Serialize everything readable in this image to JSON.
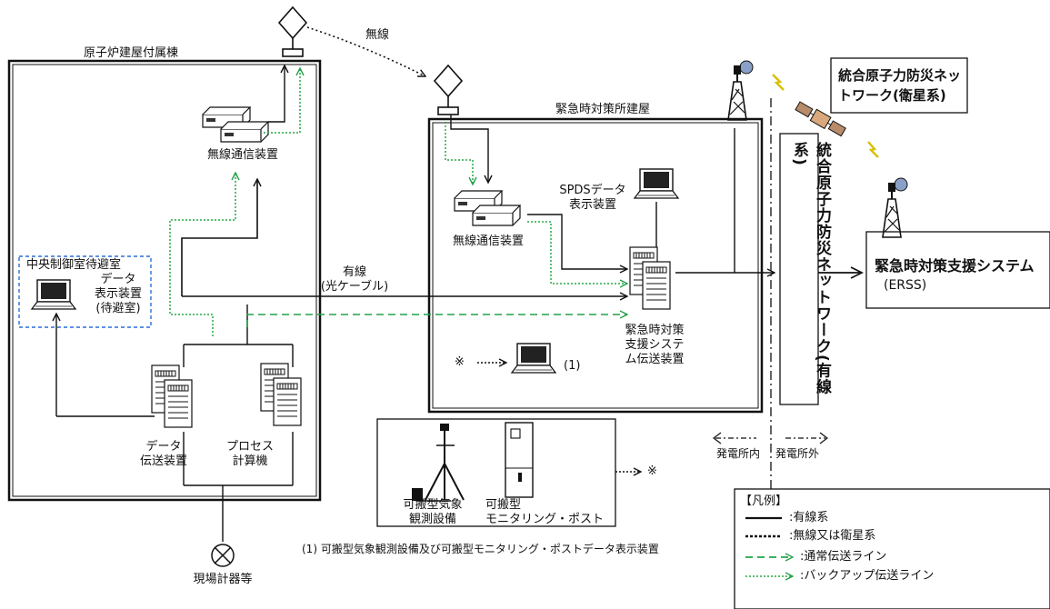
{
  "labels": {
    "reactor_building": "原子炉建屋付属棟",
    "wireless_top": "無線",
    "emergency_building": "緊急時対策所建屋",
    "wireless_device_left": "無線通信装置",
    "wireless_device_right": "無線通信装置",
    "central_room": "中央制御室待避室",
    "data_display_1": "データ",
    "data_display_2": "表示装置",
    "data_display_3": "(待避室)",
    "wired_1": "有線",
    "wired_2": "(光ケーブル)",
    "spds_1": "SPDSデータ",
    "spds_2": "表示装置",
    "erss_tx_1": "緊急時対策",
    "erss_tx_2": "支援システ",
    "erss_tx_3": "ム伝送装置",
    "star_marker": "※",
    "note_number": "(1)",
    "data_tx_1": "データ",
    "data_tx_2": "伝送装置",
    "process_1": "プロセス",
    "process_2": "計算機",
    "field_instruments": "現場計器等",
    "weather_1": "可搬型気象",
    "weather_2": "観測設備",
    "monitoring_1": "可搬型",
    "monitoring_2": "モニタリング・ポスト",
    "star_marker_2": "※",
    "footnote": "(1)  可搬型気象観測設備及び可搬型モニタリング・ポストデータ表示装置",
    "onsite": "発電所内",
    "offsite": "発電所外",
    "sat_network_1": "統合原子力防災ネッ",
    "sat_network_2": "トワーク(衛星系)",
    "wired_network": "統合原子力防災ネットワーク(有線系)",
    "erss_1": "緊急時対策支援システム",
    "erss_2": "(ERSS)"
  },
  "legend": {
    "title": "【凡例】",
    "items": [
      {
        "label": ":有線系"
      },
      {
        "label": ":無線又は衛星系"
      },
      {
        "label": ":通常伝送ライン"
      },
      {
        "label": ":バックアップ伝送ライン"
      }
    ]
  },
  "colors": {
    "black": "#111111",
    "green_normal": "#22a34a",
    "green_backup": "#27a844",
    "blue_dashed": "#2a6fd6",
    "antenna_accent": "#3a5ab0"
  }
}
